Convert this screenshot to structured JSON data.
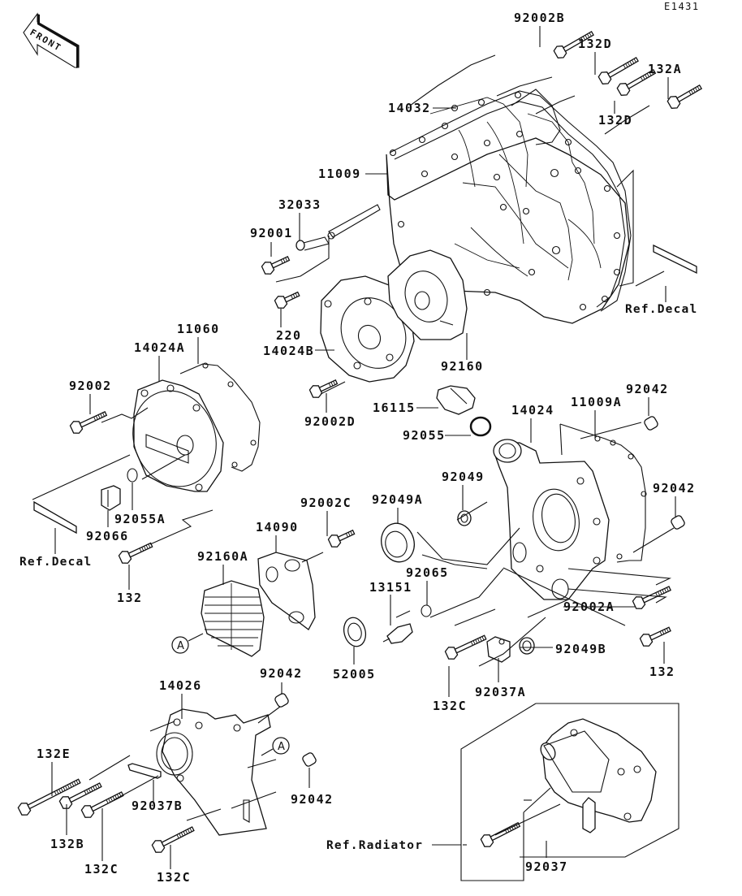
{
  "diagram": {
    "code": "E1431",
    "front_label": "FRONT",
    "marker_label": "A",
    "labels": [
      {
        "id": "92002B",
        "text": "92002B"
      },
      {
        "id": "132D-1",
        "text": "132D"
      },
      {
        "id": "132A",
        "text": "132A"
      },
      {
        "id": "14032",
        "text": "14032"
      },
      {
        "id": "132D-2",
        "text": "132D"
      },
      {
        "id": "11009",
        "text": "11009"
      },
      {
        "id": "32033",
        "text": "32033"
      },
      {
        "id": "92001",
        "text": "92001"
      },
      {
        "id": "220",
        "text": "220"
      },
      {
        "id": "14024B",
        "text": "14024B"
      },
      {
        "id": "92160",
        "text": "92160"
      },
      {
        "id": "11060",
        "text": "11060"
      },
      {
        "id": "14024A",
        "text": "14024A"
      },
      {
        "id": "92002",
        "text": "92002"
      },
      {
        "id": "92002D",
        "text": "92002D"
      },
      {
        "id": "16115",
        "text": "16115"
      },
      {
        "id": "92055",
        "text": "92055"
      },
      {
        "id": "14024",
        "text": "14024"
      },
      {
        "id": "11009A",
        "text": "11009A"
      },
      {
        "id": "92042-1",
        "text": "92042"
      },
      {
        "id": "92049",
        "text": "92049"
      },
      {
        "id": "92042-2",
        "text": "92042"
      },
      {
        "id": "92049A",
        "text": "92049A"
      },
      {
        "id": "92055A",
        "text": "92055A"
      },
      {
        "id": "92066",
        "text": "92066"
      },
      {
        "id": "92002C",
        "text": "92002C"
      },
      {
        "id": "14090",
        "text": "14090"
      },
      {
        "id": "92160A",
        "text": "92160A"
      },
      {
        "id": "132-1",
        "text": "132"
      },
      {
        "id": "92065",
        "text": "92065"
      },
      {
        "id": "13151",
        "text": "13151"
      },
      {
        "id": "92002A",
        "text": "92002A"
      },
      {
        "id": "92049B",
        "text": "92049B"
      },
      {
        "id": "132-2",
        "text": "132"
      },
      {
        "id": "52005",
        "text": "52005"
      },
      {
        "id": "92037A",
        "text": "92037A"
      },
      {
        "id": "132C-1",
        "text": "132C"
      },
      {
        "id": "14026",
        "text": "14026"
      },
      {
        "id": "92042-3",
        "text": "92042"
      },
      {
        "id": "92042-4",
        "text": "92042"
      },
      {
        "id": "132E",
        "text": "132E"
      },
      {
        "id": "92037B",
        "text": "92037B"
      },
      {
        "id": "132B",
        "text": "132B"
      },
      {
        "id": "132C-2",
        "text": "132C"
      },
      {
        "id": "132C-3",
        "text": "132C"
      },
      {
        "id": "92037",
        "text": "92037"
      }
    ],
    "references": [
      {
        "id": "ref-decal-1",
        "text": "Ref.Decal"
      },
      {
        "id": "ref-decal-2",
        "text": "Ref.Decal"
      },
      {
        "id": "ref-radiator",
        "text": "Ref.Radiator"
      }
    ]
  }
}
